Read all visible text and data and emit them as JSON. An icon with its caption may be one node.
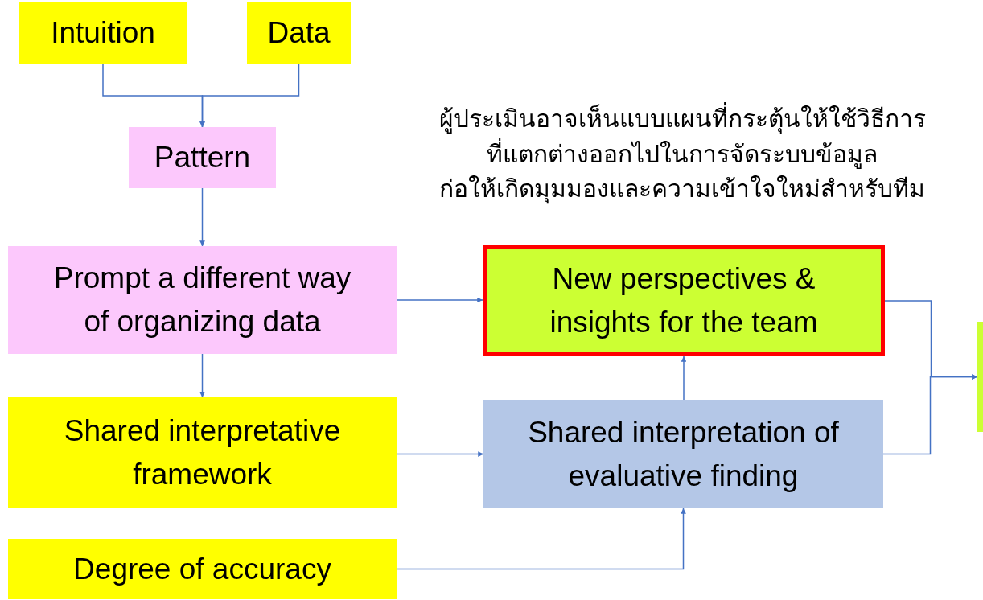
{
  "diagram": {
    "nodes": [
      {
        "text": [
          "Intuition"
        ]
      },
      {
        "text": [
          "Data"
        ]
      },
      {
        "text": [
          "Pattern"
        ]
      },
      {
        "text": [
          "Prompt a different way of organizing data"
        ]
      },
      {
        "text": [
          "New perspectives & insights for the team"
        ]
      },
      {
        "text": [
          "Shared interpretative framework"
        ]
      },
      {
        "text": [
          "Shared interpretation of evaluative finding"
        ]
      },
      {
        "text": [
          "Degree of accuracy"
        ]
      },
      {
        "text": [],
        "shape": "box"
      }
    ],
    "edges": [
      {
        "from": 0,
        "to": 2,
        "arrow": "to"
      },
      {
        "from": 1,
        "to": 2,
        "arrow": "to"
      },
      {
        "from": 2,
        "to": 3,
        "arrow": "to"
      },
      {
        "from": 3,
        "to": 4,
        "arrow": "to"
      },
      {
        "from": 3,
        "to": 5,
        "arrow": "to"
      },
      {
        "from": 5,
        "to": 6,
        "arrow": "to"
      },
      {
        "from": 7,
        "to": 6,
        "arrow": "to"
      },
      {
        "from": 6,
        "to": 4,
        "arrow": "to"
      },
      {
        "from": 4,
        "to": 8,
        "arrow": "to"
      },
      {
        "from": 6,
        "to": 8,
        "arrow": "to"
      }
    ],
    "labels": [
      "ผู้ประเมินอาจเห็นแบบแผนที่กระตุ้นให้ใช้วิธีการ ที่แตกต่างออกไปในการจัดระบบข้อมูล ก่อให้เกิดมุมมองและความเข้าใจใหม่สำหรับทีม"
    ]
  }
}
